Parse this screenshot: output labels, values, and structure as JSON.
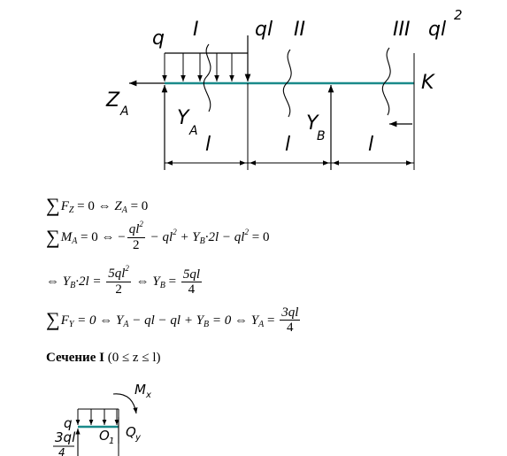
{
  "beam_diagram": {
    "labels": {
      "q": "q",
      "ql": "ql",
      "ql2": "ql",
      "ql2_exp": "2",
      "K": "K",
      "ZA": "Z",
      "ZA_sub": "A",
      "YA": "Y",
      "YA_sub": "A",
      "YB": "Y",
      "YB_sub": "B",
      "section_1": "I",
      "section_2": "II",
      "section_3": "III",
      "span_1": "l",
      "span_2": "l",
      "span_3": "l"
    },
    "colors": {
      "beam": "#1a8a8a",
      "ink": "#000000"
    }
  },
  "equations": {
    "eq1": {
      "lhs": "F",
      "lhs_sub": "Z",
      "mid": " = 0 ⇔ ",
      "var": "Z",
      "var_sub": "A",
      "rhs": " = 0"
    },
    "eq2": {
      "lhs": "M",
      "lhs_sub": "A",
      "mid": " = 0 ⇔ −",
      "frac_num": "ql",
      "frac_num_exp": "2",
      "frac_den": "2",
      "rest1": " − ql",
      "rest1_exp": "2",
      "rest2": " + Y",
      "rest2_sub": "B",
      "rest3": "·2l − ql",
      "rest3_exp": "2",
      "rest4": " = 0"
    },
    "eq3": {
      "pre": "⇔ Y",
      "pre_sub": "B",
      "mid": "·2l = ",
      "frac1_num": "5ql",
      "frac1_num_exp": "2",
      "frac1_den": "2",
      "mid2": " ⇔ Y",
      "mid2_sub": "B",
      "mid3": " = ",
      "frac2_num": "5ql",
      "frac2_den": "4"
    },
    "eq4": {
      "lhs": "F",
      "lhs_sub": "Y",
      "mid": " = 0 ⇔ Y",
      "mid_sub": "A",
      "rest": " − ql − ql + Y",
      "rest_sub": "B",
      "rest2": " = 0 ⇔ Y",
      "rest2_sub": "A",
      "rest3": " = ",
      "frac_num": "3ql",
      "frac_den": "4"
    }
  },
  "section_heading": {
    "title": "Сечение I",
    "condition": " (0 ≤ z ≤ l)"
  },
  "section_diagram": {
    "labels": {
      "q": "q",
      "reaction_num": "3ql",
      "reaction_den": "4",
      "O": "O",
      "O_sub": "1",
      "Q": "Q",
      "Q_sub": "y",
      "M": "M",
      "M_sub": "x"
    }
  }
}
